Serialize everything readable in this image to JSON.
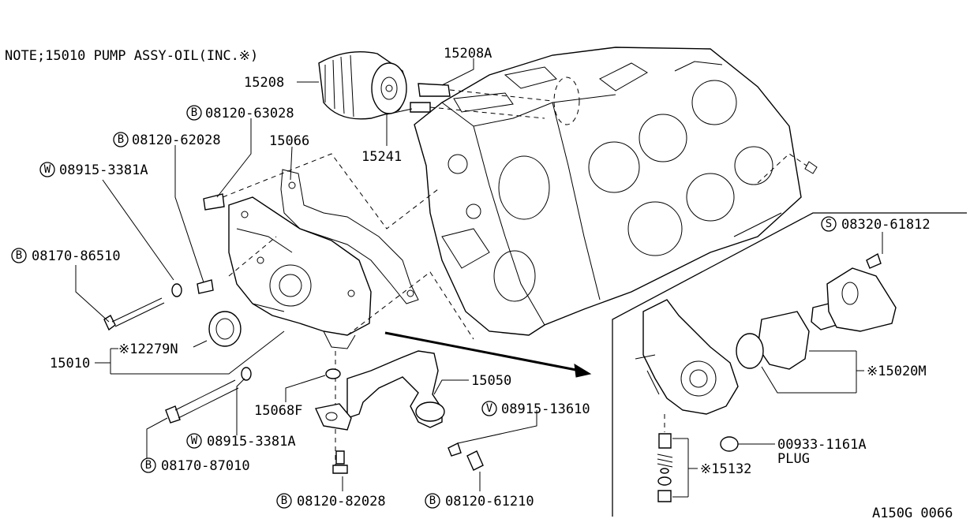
{
  "note": "NOTE;15010  PUMP ASSY-OIL(INC.※)",
  "figure_code": "A150G 0066",
  "callouts": [
    {
      "id": "15208A",
      "prefix": "",
      "text": "15208A"
    },
    {
      "id": "15208",
      "prefix": "",
      "text": "15208"
    },
    {
      "id": "08120-63028",
      "prefix": "B",
      "text": "08120-63028"
    },
    {
      "id": "08120-62028",
      "prefix": "B",
      "text": "08120-62028"
    },
    {
      "id": "15066",
      "prefix": "",
      "text": "15066"
    },
    {
      "id": "15241",
      "prefix": "",
      "text": "15241"
    },
    {
      "id": "08915-3381A-top",
      "prefix": "W",
      "text": "08915-3381A"
    },
    {
      "id": "08170-86510",
      "prefix": "B",
      "text": "08170-86510"
    },
    {
      "id": "12279N",
      "prefix": "",
      "text": "※12279N"
    },
    {
      "id": "15010",
      "prefix": "",
      "text": "15010"
    },
    {
      "id": "15050",
      "prefix": "",
      "text": "15050"
    },
    {
      "id": "15068F",
      "prefix": "",
      "text": "15068F"
    },
    {
      "id": "08915-13610",
      "prefix": "V",
      "text": "08915-13610"
    },
    {
      "id": "08915-3381A-bottom",
      "prefix": "W",
      "text": "08915-3381A"
    },
    {
      "id": "08170-87010",
      "prefix": "B",
      "text": "08170-87010"
    },
    {
      "id": "08120-82028",
      "prefix": "B",
      "text": "08120-82028"
    },
    {
      "id": "08120-61210",
      "prefix": "B",
      "text": "08120-61210"
    },
    {
      "id": "08320-61812",
      "prefix": "S",
      "text": "08320-61812"
    },
    {
      "id": "15020M",
      "prefix": "",
      "text": "※15020M"
    },
    {
      "id": "00933-1161A",
      "prefix": "",
      "text": "00933-1161A"
    },
    {
      "id": "plug",
      "prefix": "",
      "text": "PLUG"
    },
    {
      "id": "15132",
      "prefix": "",
      "text": "※15132"
    }
  ]
}
